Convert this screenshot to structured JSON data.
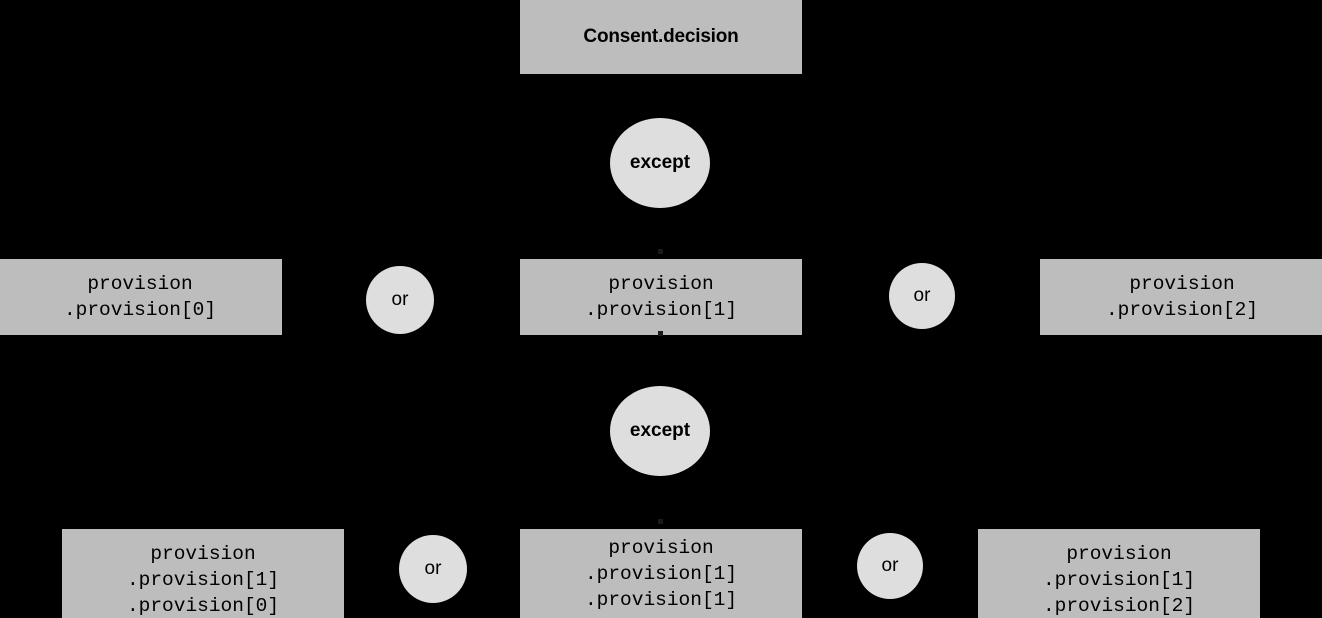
{
  "diagram": {
    "title": "Consent.decision",
    "background_color": "#000000",
    "box_color": "#bdbdbd",
    "operator_color": "#dedede",
    "text_color": "#000000"
  },
  "root": {
    "label": "Consent.decision"
  },
  "operators": {
    "except_upper": "except",
    "except_lower": "except",
    "or_mid_left": "or",
    "or_mid_right": "or",
    "or_bottom_left": "or",
    "or_bottom_right": "or"
  },
  "level_two": {
    "nodes": [
      {
        "name": "provision-0",
        "lines": [
          "provision",
          ".provision[0]"
        ]
      },
      {
        "name": "provision-1",
        "lines": [
          "provision",
          ".provision[1]"
        ]
      },
      {
        "name": "provision-2",
        "lines": [
          "provision",
          ".provision[2]"
        ]
      }
    ]
  },
  "level_three": {
    "nodes": [
      {
        "name": "provision-1-0",
        "lines": [
          "provision",
          ".provision[1]",
          ".provision[0]"
        ]
      },
      {
        "name": "provision-1-1",
        "lines": [
          "provision",
          ".provision[1]",
          ".provision[1]"
        ]
      },
      {
        "name": "provision-1-2",
        "lines": [
          "provision",
          ".provision[1]",
          ".provision[2]"
        ]
      }
    ]
  }
}
